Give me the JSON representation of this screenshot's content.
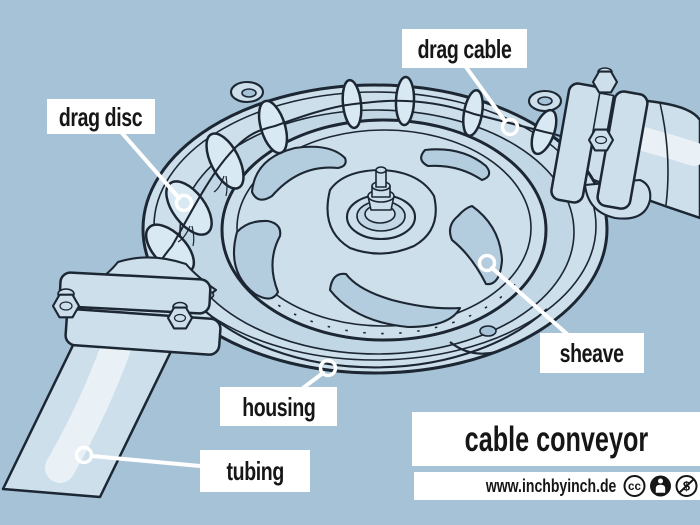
{
  "colors": {
    "background": "#a6c2d6",
    "line": "#1c2733",
    "fill_light": "#ccdfeb",
    "fill_mid": "#b3cddf",
    "fill_shadow": "#c2d7e5",
    "disc": "#d9e9f3",
    "highlight": "#e9f1f7",
    "label_bg": "#ffffff",
    "label_text": "#161616",
    "leader": "#ffffff"
  },
  "labels": {
    "drag_cable": "drag cable",
    "drag_disc": "drag disc",
    "sheave": "sheave",
    "housing": "housing",
    "tubing": "tubing"
  },
  "footer": {
    "title": "cable conveyor",
    "website": "www.inchbyinch.de",
    "license_icons": [
      "cc",
      "by",
      "nc"
    ]
  }
}
